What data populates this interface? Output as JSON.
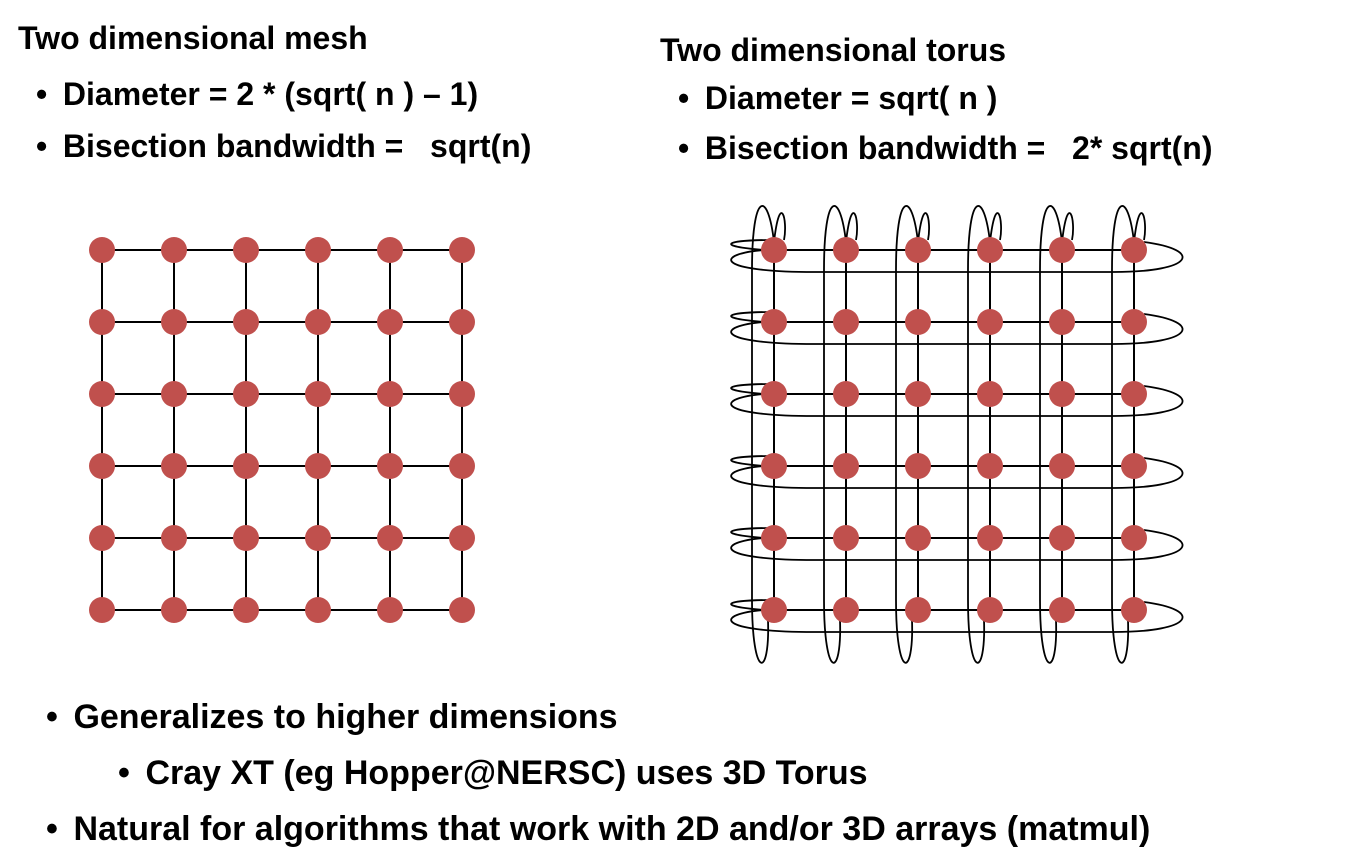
{
  "mesh": {
    "title": "Two dimensional mesh",
    "bullets": [
      "Diameter = 2 * (sqrt( n ) – 1)",
      "Bisection bandwidth =   sqrt(n)"
    ],
    "grid_size": 6
  },
  "torus": {
    "title": "Two dimensional torus",
    "bullets": [
      "Diameter = sqrt( n )",
      "Bisection bandwidth =   2* sqrt(n)"
    ],
    "grid_size": 6
  },
  "bottom": {
    "items": [
      "Generalizes to higher dimensions",
      "Cray XT (eg Hopper@NERSC) uses 3D Torus",
      "Natural for algorithms that work with 2D and/or 3D arrays (matmul)"
    ]
  },
  "colors": {
    "node": "#c0504d",
    "edge": "#000000"
  }
}
